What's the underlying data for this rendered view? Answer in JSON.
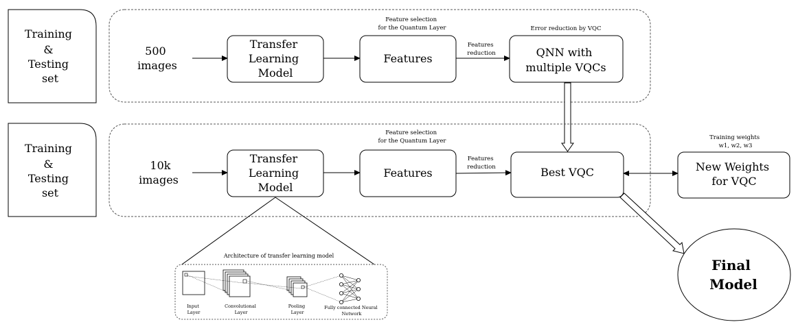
{
  "rows": [
    {
      "set_label": [
        "Training",
        "&",
        "Testing",
        "set"
      ],
      "input_label": [
        "500",
        "images"
      ],
      "model_label": [
        "Transfer",
        "Learning",
        "Model"
      ],
      "features_label": "Features",
      "feature_selection_caption": [
        "Feature selection",
        "for the Quantum Layer"
      ],
      "reduction_caption": [
        "Features",
        "reduction"
      ],
      "vqc_caption": "Error reduction by VQC",
      "vqc_label": [
        "QNN with",
        "multiple VQCs"
      ]
    },
    {
      "set_label": [
        "Training",
        "&",
        "Testing",
        "set"
      ],
      "input_label": [
        "10k",
        "images"
      ],
      "model_label": [
        "Transfer",
        "Learning",
        "Model"
      ],
      "features_label": "Features",
      "feature_selection_caption": [
        "Feature selection",
        "for the Quantum Layer"
      ],
      "reduction_caption": [
        "Features",
        "reduction"
      ],
      "vqc_label": [
        "Best VQC"
      ]
    }
  ],
  "weights": {
    "caption": [
      "Training weights",
      "w1, w2, w3"
    ],
    "label": [
      "New Weights",
      "for VQC"
    ]
  },
  "final_model": [
    "Final",
    "Model"
  ],
  "architecture": {
    "title": "Architecture of transfer learning model",
    "layers": [
      [
        "Input",
        "Layer"
      ],
      [
        "Convolutional",
        "Layer"
      ],
      [
        "Pooling",
        "Layer"
      ],
      [
        "Fully connected Neural",
        "Network"
      ]
    ]
  },
  "colors": {
    "stroke": "#000000",
    "dashed": "#555555",
    "background": "#ffffff"
  }
}
